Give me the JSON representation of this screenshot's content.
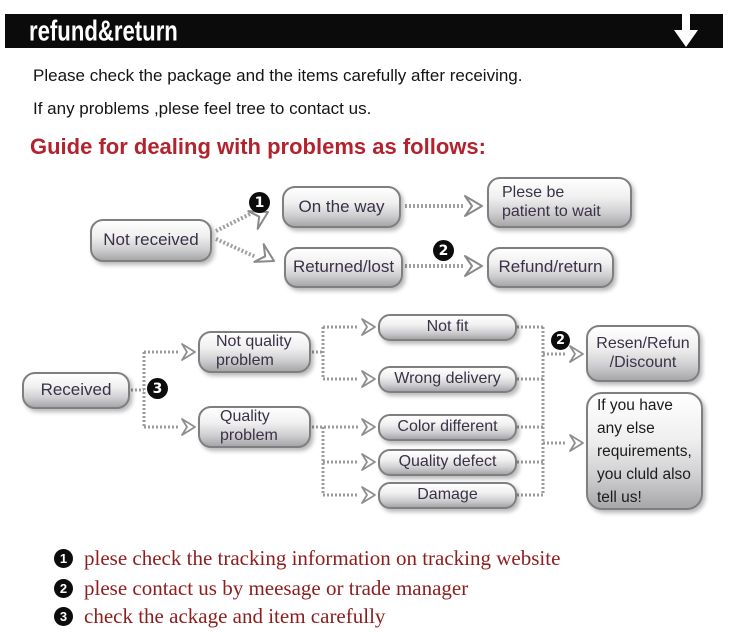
{
  "banner": {
    "title": "refund&return",
    "bg_color": "#0b0b0b",
    "text_color": "#ffffff",
    "arrow_icon": "down-arrow"
  },
  "intro": {
    "line1": "Please check the package and the items carefully after receiving.",
    "line2": "If any problems ,plese feel tree to contact us."
  },
  "guide_heading": "Guide for dealing with problems as follows:",
  "colors": {
    "heading_red": "#b2232d",
    "footnote_red": "#8e1d1d",
    "box_text": "#3b3147",
    "connector_gray": "#a0a0a0"
  },
  "flowchart": {
    "badges": {
      "b1": "1",
      "b2a": "2",
      "b2b": "2",
      "b3": "3"
    },
    "nodes": {
      "not_received": "Not received",
      "on_the_way": "On the way",
      "plese_patient": "Plese be\npatient to wait",
      "returned_lost": "Returned/lost",
      "refund_return": "Refund/return",
      "received": "Received",
      "not_quality": "Not quality\nproblem",
      "quality_problem": "Quality\nproblem",
      "not_fit": "Not fit",
      "wrong_delivery": "Wrong delivery",
      "color_different": "Color different",
      "quality_defect": "Quality defect",
      "damage": "Damage",
      "resen_refun": "Resen/Refun\n/Discount",
      "if_you_have": "If you have\nany else\nrequirements,\nyou cluld also\ntell us!"
    }
  },
  "footnotes": [
    {
      "num": "1",
      "text": "plese check the tracking information on tracking website"
    },
    {
      "num": "2",
      "text": "plese contact us by meesage or trade manager"
    },
    {
      "num": "3",
      "text": "check the ackage and item carefully"
    }
  ]
}
